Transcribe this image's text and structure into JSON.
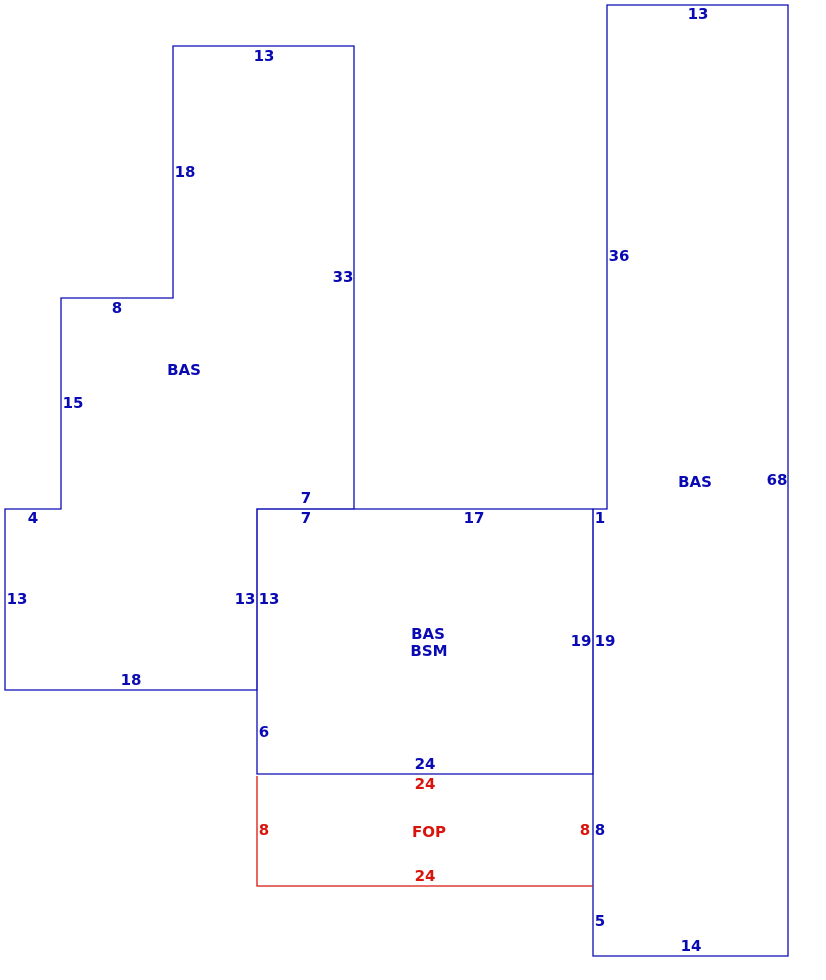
{
  "colors": {
    "main": "#0a0ab4",
    "porch": "#d8140c",
    "background": "#ffffff"
  },
  "areas": {
    "bas_left": "BAS",
    "bas_right": "BAS",
    "center_line1": "BAS",
    "center_line2": "BSM",
    "fop": "FOP"
  },
  "dimensions": {
    "left_top": "13",
    "left_upper_side": "18",
    "left_tall_right": "33",
    "left_step": "8",
    "left_mid_side": "15",
    "left_small_top": "4",
    "left_bottom_side": "13",
    "left_bottom": "18",
    "left_join_top": "7",
    "left_join_side": "13",
    "center_top_left": "7",
    "center_top": "17",
    "center_left_side": "13",
    "center_left_lower": "6",
    "center_right_side": "19",
    "center_bottom": "24",
    "right_top": "13",
    "right_upper_side": "36",
    "right_height": "68",
    "right_notch": "1",
    "right_side_19": "19",
    "right_side_8": "8",
    "right_side_5": "5",
    "right_bottom": "14",
    "fop_top": "24",
    "fop_left": "8",
    "fop_right": "8",
    "fop_bottom": "24"
  }
}
